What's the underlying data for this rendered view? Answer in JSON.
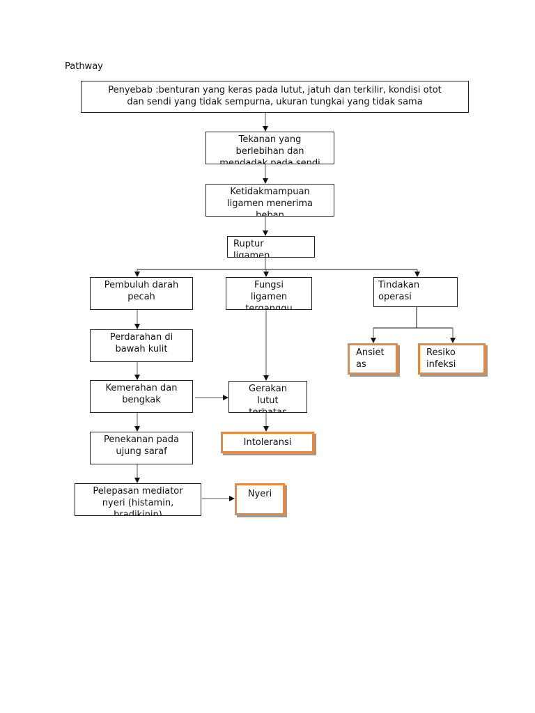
{
  "title": "Pathway",
  "nodes": {
    "cause": [
      "Penyebab :benturan yang keras pada lutut, jatuh dan terkilir, kondisi otot",
      "dan sendi yang tidak sempurna, ukuran tungkai yang tidak sama"
    ],
    "pressure": [
      "Tekanan yang",
      "berlebihan dan",
      "mendadak pada sendi"
    ],
    "inability": [
      "Ketidakmampuan",
      "ligamen menerima",
      "beban"
    ],
    "rupture": [
      "Ruptur",
      "ligamen"
    ],
    "vessel": [
      "Pembuluh darah",
      "pecah"
    ],
    "function": [
      "Fungsi",
      "ligamen",
      "terganggu"
    ],
    "surgery": [
      "Tindakan",
      "operasi"
    ],
    "bleeding": [
      "Perdarahan di",
      "bawah kulit"
    ],
    "redness": [
      "Kemerahan dan",
      "bengkak"
    ],
    "movement": [
      "Gerakan",
      "lutut",
      "terbatas"
    ],
    "anxiety": [
      "Ansiet",
      "as"
    ],
    "infection": [
      "Resiko",
      "infeksi"
    ],
    "intolerance": [
      "Intoleransi"
    ],
    "nerve": [
      "Penekanan pada",
      "ujung saraf"
    ],
    "mediator": [
      "Pelepasan mediator",
      "nyeri (histamin,",
      "bradikinin)"
    ],
    "pain": [
      "Nyeri"
    ]
  },
  "colors": {
    "diagnosis_border": "#e8883a",
    "line": "#222222"
  }
}
